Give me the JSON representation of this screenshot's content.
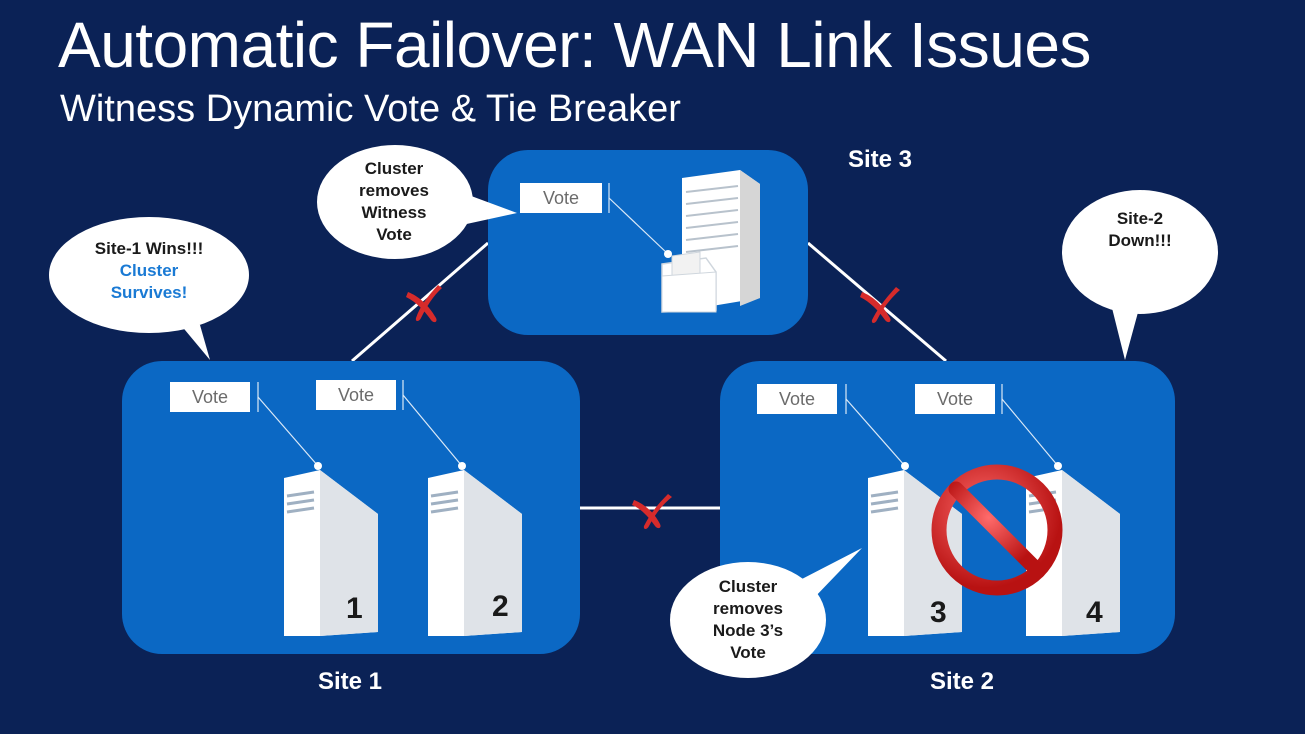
{
  "title": "Automatic Failover: WAN Link Issues",
  "subtitle": "Witness Dynamic Vote & Tie Breaker",
  "sites": {
    "site1": "Site 1",
    "site2": "Site 2",
    "site3": "Site 3"
  },
  "vote_label": "Vote",
  "nodes": [
    "1",
    "2",
    "3",
    "4"
  ],
  "callouts": {
    "site1_wins": [
      "Site-1 Wins!!!",
      "Cluster",
      "Survives!"
    ],
    "witness_removed": [
      "Cluster",
      "removes",
      "Witness",
      "Vote"
    ],
    "site2_down": [
      "Site-2",
      "Down!!!"
    ],
    "node3_removed": [
      "Cluster",
      "removes",
      "Node 3’s",
      "Vote"
    ]
  },
  "colors": {
    "background": "#0b2256",
    "site_box": "#0b68c4",
    "highlight_text": "#1a7ad4",
    "failure_mark": "#d62b2b"
  },
  "icons": [
    "server-icon",
    "file-server-icon",
    "link-broken-x-icon",
    "prohibited-icon"
  ]
}
